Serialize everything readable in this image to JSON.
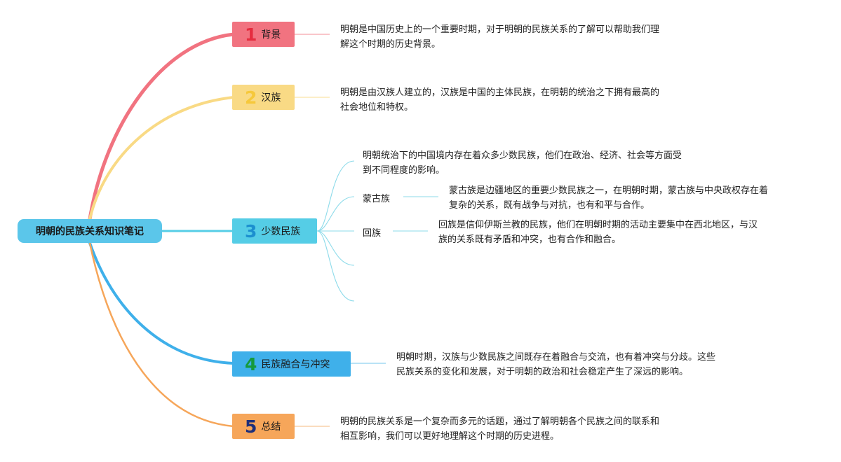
{
  "root": {
    "title": "明朝的民族关系知识笔记"
  },
  "topics": [
    {
      "num": "1",
      "label": "背景",
      "color": "#f17380",
      "num_color": "#e52d3f",
      "note": [
        "明朝是中国历史上的一个重要时期，对于明朝的民族关系的了解可以帮助我们理",
        "解这个时期的历史背景。"
      ]
    },
    {
      "num": "2",
      "label": "汉族",
      "color": "#f9da85",
      "num_color": "#f6c83b",
      "note": [
        "明朝是由汉族人建立的，汉族是中国的主体民族，在明朝的统治之下拥有最高的",
        "社会地位和特权。"
      ]
    },
    {
      "num": "3",
      "label": "少数民族",
      "color": "#55cde6",
      "num_color": "#1c8fcf",
      "note": [
        "明朝统治下的中国境内存在着众多少数民族，他们在政治、经济、社会等方面受",
        "到不同程度的影响。"
      ],
      "subs": [
        {
          "label": "蒙古族",
          "note": [
            "蒙古族是边疆地区的重要少数民族之一，在明朝时期，蒙古族与中央政权存在着",
            "复杂的关系，既有战争与对抗，也有和平与合作。"
          ]
        },
        {
          "label": "回族",
          "note": [
            "回族是信仰伊斯兰教的民族，他们在明朝时期的活动主要集中在西北地区，与汉",
            "族的关系既有矛盾和冲突，也有合作和融合。"
          ]
        }
      ]
    },
    {
      "num": "4",
      "label": "民族融合与冲突",
      "color": "#3fb0ea",
      "num_color": "#159a3c",
      "note": [
        "明朝时期，汉族与少数民族之间既存在着融合与交流，也有着冲突与分歧。这些",
        "民族关系的变化和发展，对于明朝的政治和社会稳定产生了深远的影响。"
      ]
    },
    {
      "num": "5",
      "label": "总结",
      "color": "#f6a65a",
      "num_color": "#1d2f7a",
      "note": [
        "明朝的民族关系是一个复杂而多元的话题，通过了解明朝各个民族之间的联系和",
        "相互影响，我们可以更好地理解这个时期的历史进程。"
      ]
    }
  ]
}
